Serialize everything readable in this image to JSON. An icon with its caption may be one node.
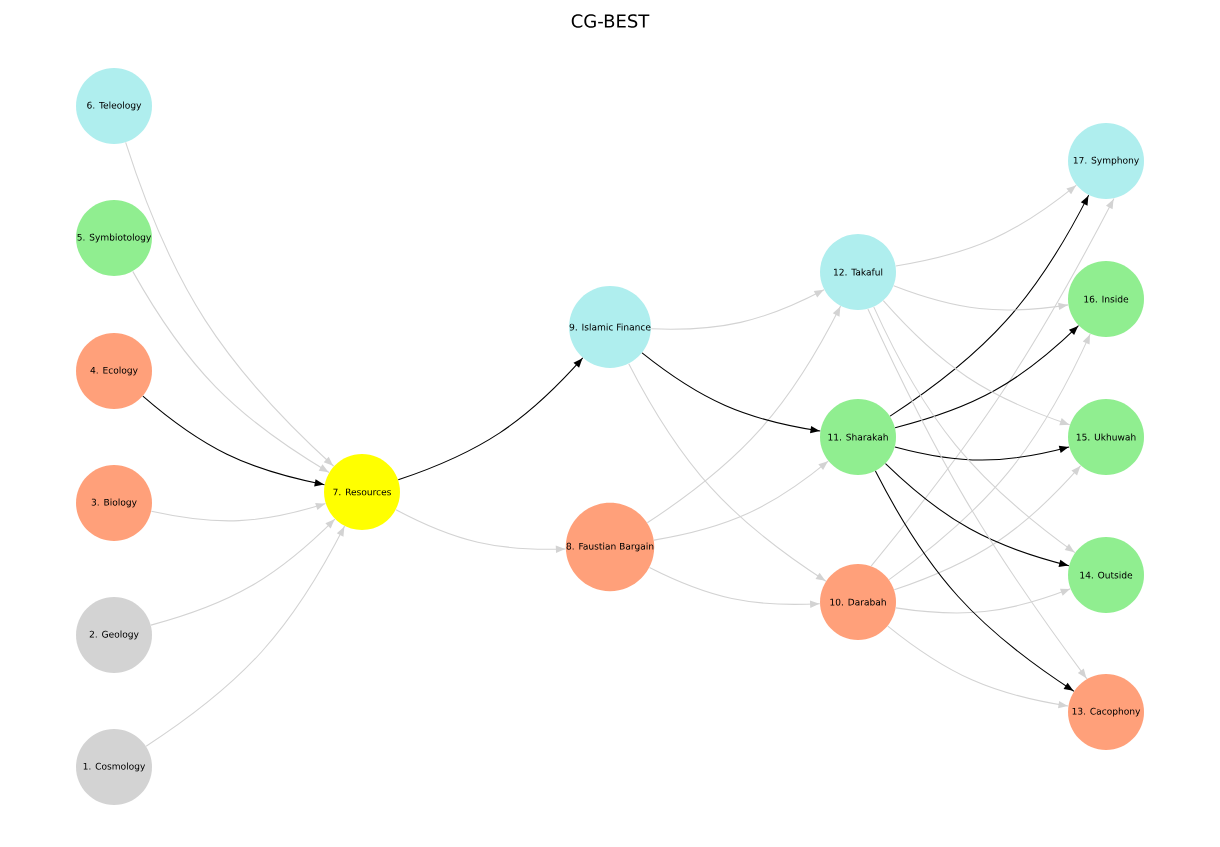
{
  "diagram": {
    "title": "CG-BEST",
    "nodes": [
      {
        "text": [
          "1. Cosmology"
        ]
      },
      {
        "text": [
          "2. Geology"
        ]
      },
      {
        "text": [
          "3. Biology"
        ]
      },
      {
        "text": [
          "4. Ecology"
        ]
      },
      {
        "text": [
          "5. Symbiotology"
        ]
      },
      {
        "text": [
          "6. Teleology"
        ]
      },
      {
        "text": [
          "7. Resources"
        ]
      },
      {
        "text": [
          "8. Faustian Bargain"
        ]
      },
      {
        "text": [
          "9. Islamic Finance"
        ]
      },
      {
        "text": [
          "10. Darabah"
        ]
      },
      {
        "text": [
          "11. Sharakah"
        ]
      },
      {
        "text": [
          "12. Takaful"
        ]
      },
      {
        "text": [
          "13. Cacophony"
        ]
      },
      {
        "text": [
          "14. Outside"
        ]
      },
      {
        "text": [
          "15. Ukhuwah"
        ]
      },
      {
        "text": [
          "16. Inside"
        ]
      },
      {
        "text": [
          "17. Symphony"
        ]
      }
    ],
    "edges": [
      {
        "from": 0,
        "to": 6,
        "arrow": "to"
      },
      {
        "from": 1,
        "to": 6,
        "arrow": "to"
      },
      {
        "from": 2,
        "to": 6,
        "arrow": "to"
      },
      {
        "from": 3,
        "to": 6,
        "arrow": "to",
        "color": "#000000"
      },
      {
        "from": 4,
        "to": 6,
        "arrow": "to"
      },
      {
        "from": 5,
        "to": 6,
        "arrow": "to"
      },
      {
        "from": 6,
        "to": 7,
        "arrow": "to"
      },
      {
        "from": 6,
        "to": 8,
        "arrow": "to",
        "color": "#000000"
      },
      {
        "from": 7,
        "to": 9,
        "arrow": "to"
      },
      {
        "from": 7,
        "to": 10,
        "arrow": "to"
      },
      {
        "from": 7,
        "to": 11,
        "arrow": "to"
      },
      {
        "from": 8,
        "to": 9,
        "arrow": "to"
      },
      {
        "from": 8,
        "to": 10,
        "arrow": "to",
        "color": "#000000"
      },
      {
        "from": 8,
        "to": 11,
        "arrow": "to"
      },
      {
        "from": 9,
        "to": 12,
        "arrow": "to"
      },
      {
        "from": 9,
        "to": 13,
        "arrow": "to"
      },
      {
        "from": 9,
        "to": 14,
        "arrow": "to"
      },
      {
        "from": 9,
        "to": 15,
        "arrow": "to"
      },
      {
        "from": 9,
        "to": 16,
        "arrow": "to"
      },
      {
        "from": 10,
        "to": 12,
        "arrow": "to",
        "color": "#000000"
      },
      {
        "from": 10,
        "to": 13,
        "arrow": "to",
        "color": "#000000"
      },
      {
        "from": 10,
        "to": 14,
        "arrow": "to",
        "color": "#000000"
      },
      {
        "from": 10,
        "to": 15,
        "arrow": "to",
        "color": "#000000"
      },
      {
        "from": 10,
        "to": 16,
        "arrow": "to",
        "color": "#000000"
      },
      {
        "from": 11,
        "to": 12,
        "arrow": "to"
      },
      {
        "from": 11,
        "to": 13,
        "arrow": "to"
      },
      {
        "from": 11,
        "to": 14,
        "arrow": "to"
      },
      {
        "from": 11,
        "to": 15,
        "arrow": "to"
      },
      {
        "from": 11,
        "to": 16,
        "arrow": "to"
      }
    ]
  }
}
